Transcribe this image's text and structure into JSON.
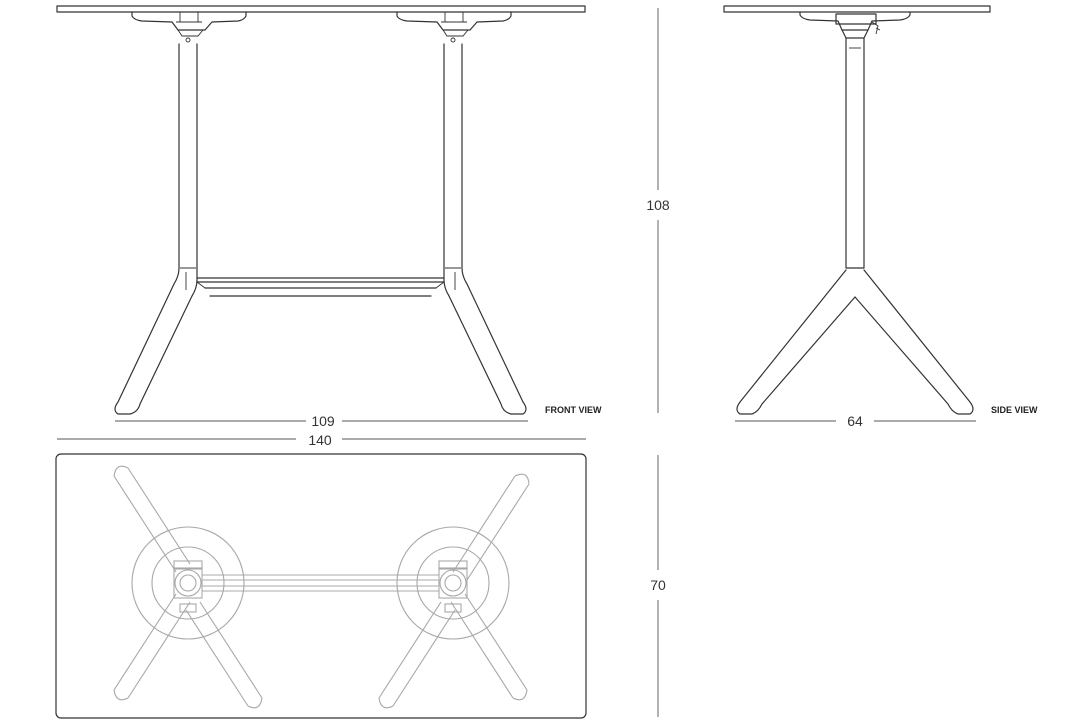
{
  "dimensions": {
    "front_leg_span": "109",
    "overall_length": "140",
    "height": "108",
    "top_view_depth": "70",
    "side_leg_span": "64"
  },
  "labels": {
    "front_view": "FRONT VIEW",
    "side_view": "SIDE VIEW"
  },
  "colors": {
    "line": "#333333",
    "top_view_line": "#a8a8a8",
    "background": "#ffffff"
  }
}
